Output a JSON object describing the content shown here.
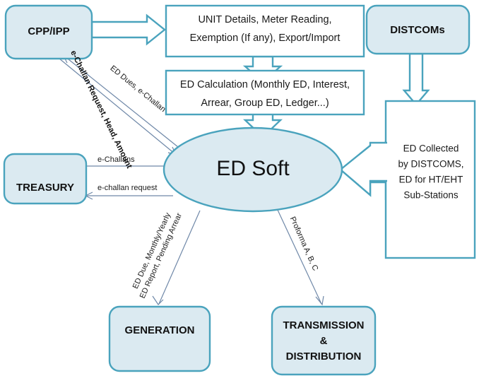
{
  "diagram": {
    "title": "ED Soft data flow diagram",
    "colors": {
      "node_fill": "#dbeaf1",
      "node_border": "#4aa3bd",
      "plain_box_fill": "#ffffff",
      "thin_arrow": "#6f88a8",
      "text": "#111111",
      "background": "#ffffff"
    },
    "nodes": {
      "cpp_ipp": {
        "label": "CPP/IPP"
      },
      "distcoms": {
        "label": "DISTCOMs"
      },
      "treasury": {
        "label": "TREASURY"
      },
      "ed_soft": {
        "label": "ED Soft"
      },
      "generation": {
        "label": "GENERATION"
      },
      "transmission": {
        "line1": "TRANSMISSION",
        "line2": "&",
        "line3": "DISTRIBUTION"
      },
      "unit_details": {
        "line1": "UNIT Details, Meter Reading,",
        "line2": "Exemption (If any), Export/Import"
      },
      "ed_calculation": {
        "line1": "ED Calculation (Monthly ED, Interest,",
        "line2": "Arrear, Group ED, Ledger...)"
      },
      "ed_collected": {
        "line1": "ED Collected",
        "line2": "by DISTCOMS,",
        "line3": "ED for HT/EHT",
        "line4": "Sub-Stations"
      }
    },
    "edges": {
      "cpp_to_unit": {
        "label": ""
      },
      "unit_to_calc": {
        "label": ""
      },
      "calc_to_edsoft": {
        "label": ""
      },
      "distcoms_to_collected": {
        "label": ""
      },
      "collected_to_edsoft": {
        "label": ""
      },
      "edsoft_to_cpp": {
        "label": "ED Dues, e-Challan"
      },
      "cpp_to_edsoft": {
        "label": "e-Challan Request, Head, Amount"
      },
      "treasury_to_edsoft": {
        "label": "e-Challans"
      },
      "edsoft_to_treasury": {
        "label": "e-challan request"
      },
      "edsoft_to_generation_1": {
        "label": "ED Due, Monthly/Yearly"
      },
      "edsoft_to_generation_2": {
        "label": "ED Report, Pending Arrear"
      },
      "edsoft_to_transmission": {
        "label": "Proforma A, B, C"
      }
    }
  }
}
